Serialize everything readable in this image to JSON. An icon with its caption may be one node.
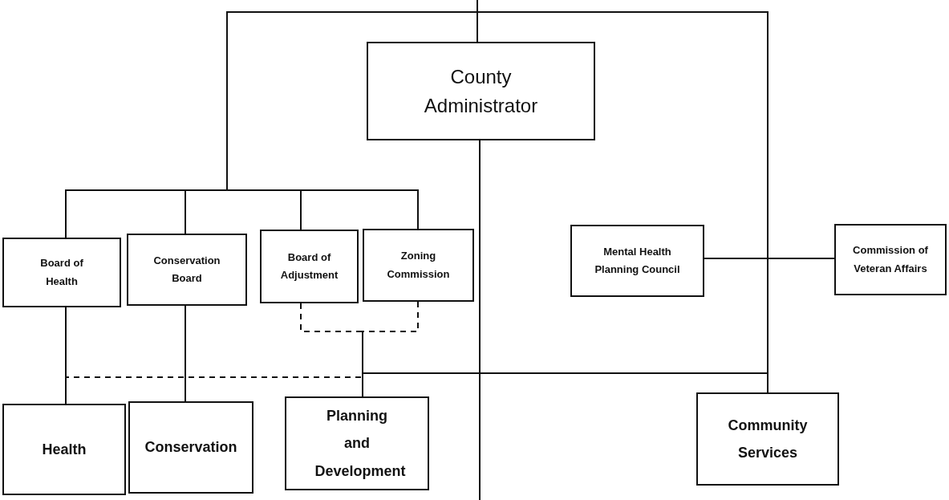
{
  "diagram": {
    "nodes": [
      {
        "text": [
          "County Administrator"
        ]
      },
      {
        "text": [
          "Board of Health"
        ]
      },
      {
        "text": [
          "Conservation Board"
        ]
      },
      {
        "text": [
          "Board of Adjustment"
        ]
      },
      {
        "text": [
          "Zoning Commission"
        ]
      },
      {
        "text": [
          "Mental Health Planning Council"
        ]
      },
      {
        "text": [
          "Commission of Veteran Affairs"
        ]
      },
      {
        "text": [
          "Health"
        ]
      },
      {
        "text": [
          "Conservation"
        ]
      },
      {
        "text": [
          "Planning and Development"
        ]
      },
      {
        "text": [
          "Community Services"
        ]
      }
    ],
    "edges": [
      {
        "from": null,
        "to": 0,
        "arrow": "none"
      },
      {
        "from": null,
        "to": 1,
        "arrow": "none"
      },
      {
        "from": null,
        "to": 2,
        "arrow": "none"
      },
      {
        "from": null,
        "to": 3,
        "arrow": "none"
      },
      {
        "from": null,
        "to": 4,
        "arrow": "none"
      },
      {
        "from": null,
        "to": 10,
        "arrow": "none"
      },
      {
        "from": 0,
        "to": null,
        "arrow": "none"
      },
      {
        "from": 1,
        "to": 7,
        "arrow": "none"
      },
      {
        "from": 2,
        "to": 8,
        "arrow": "none"
      },
      {
        "from": 3,
        "to": 9,
        "arrow": "none",
        "style": "dashed"
      },
      {
        "from": 4,
        "to": 9,
        "arrow": "none",
        "style": "dashed"
      },
      {
        "from": 9,
        "to": 7,
        "arrow": "none",
        "style": "dashed"
      },
      {
        "from": 9,
        "to": 10,
        "arrow": "none"
      },
      {
        "from": 5,
        "to": 6,
        "arrow": "none"
      }
    ]
  }
}
